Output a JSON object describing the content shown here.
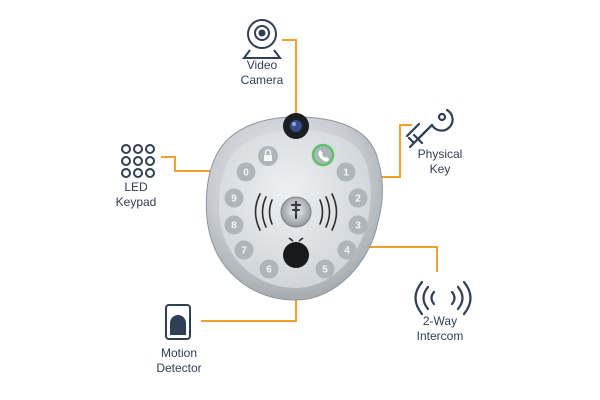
{
  "callouts": {
    "video_camera": {
      "line1": "Video",
      "line2": "Camera",
      "icon": "webcam-icon"
    },
    "physical_key": {
      "line1": "Physical",
      "line2": "Key",
      "icon": "key-icon"
    },
    "led_keypad": {
      "line1": "LED",
      "line2": "Keypad",
      "icon": "keypad-icon"
    },
    "intercom": {
      "line1": "2-Way",
      "line2": "Intercom",
      "icon": "sound-waves-icon"
    },
    "motion_detector": {
      "line1": "Motion",
      "line2": "Detector",
      "icon": "motion-sensor-icon"
    }
  },
  "device": {
    "keys_left": [
      "0",
      "9",
      "8",
      "7",
      "6"
    ],
    "keys_right": [
      "1",
      "2",
      "3",
      "4",
      "5"
    ],
    "lock_icon": "lock-icon",
    "phone_icon": "phone-icon"
  },
  "colors": {
    "leader_line": "#f0a030",
    "icon_stroke": "#2f3f55",
    "label_text": "#2f3f55",
    "device_body": "#c9cdd2",
    "device_face": "#dfe2e5",
    "key_fill": "#aeb5bb",
    "key_text": "#f5f6f7",
    "phone_green": "#5dc36b"
  }
}
